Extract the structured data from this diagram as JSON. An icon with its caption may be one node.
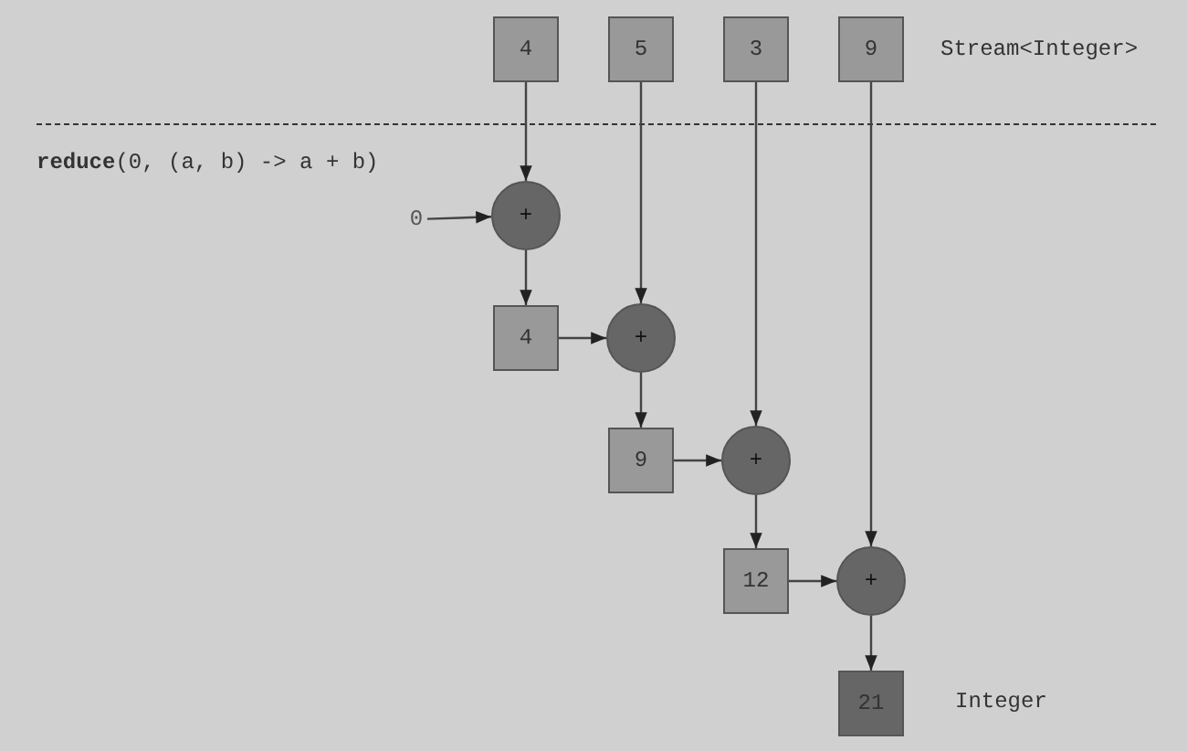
{
  "diagram": {
    "nodes": [
      {
        "text": [
          "4"
        ]
      },
      {
        "text": [
          "5"
        ]
      },
      {
        "text": [
          "3"
        ]
      },
      {
        "text": [
          "9"
        ]
      },
      {
        "text": [
          "0"
        ]
      },
      {
        "text": [
          "+"
        ]
      },
      {
        "text": [
          "4"
        ]
      },
      {
        "text": [
          "+"
        ]
      },
      {
        "text": [
          "9"
        ]
      },
      {
        "text": [
          "+"
        ]
      },
      {
        "text": [
          "12"
        ]
      },
      {
        "text": [
          "+"
        ]
      },
      {
        "text": [
          "21"
        ]
      }
    ],
    "edges": [
      {
        "from": 0,
        "to": 5,
        "arrow": "to"
      },
      {
        "from": 4,
        "to": 5,
        "arrow": "to"
      },
      {
        "from": 5,
        "to": 6,
        "arrow": "to"
      },
      {
        "from": 6,
        "to": 7,
        "arrow": "to"
      },
      {
        "from": 1,
        "to": 7,
        "arrow": "to"
      },
      {
        "from": 7,
        "to": 8,
        "arrow": "to"
      },
      {
        "from": 8,
        "to": 9,
        "arrow": "to"
      },
      {
        "from": 2,
        "to": 9,
        "arrow": "to"
      },
      {
        "from": 9,
        "to": 10,
        "arrow": "to"
      },
      {
        "from": 10,
        "to": 11,
        "arrow": "to"
      },
      {
        "from": 3,
        "to": 11,
        "arrow": "to"
      },
      {
        "from": 11,
        "to": 12,
        "arrow": "to"
      }
    ],
    "labels": [
      "Stream<Integer>",
      "**reduce**(0, (a, b) -> a + b)",
      "Integer"
    ]
  }
}
